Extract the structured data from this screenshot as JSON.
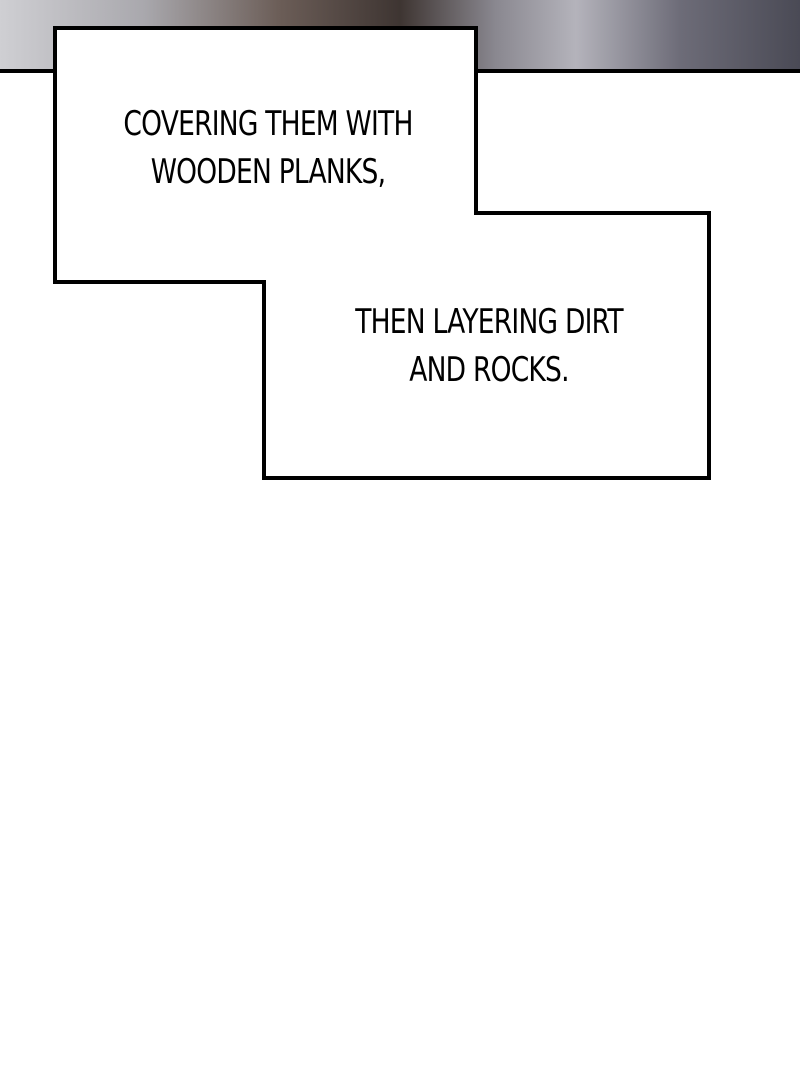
{
  "captions": [
    {
      "lines": [
        "COVERING THEM WITH",
        "WOODEN PLANKS,"
      ]
    },
    {
      "lines": [
        "THEN LAYERING DIRT",
        "AND ROCKS."
      ]
    }
  ],
  "colors": {
    "border": "#000000",
    "background": "#ffffff"
  }
}
